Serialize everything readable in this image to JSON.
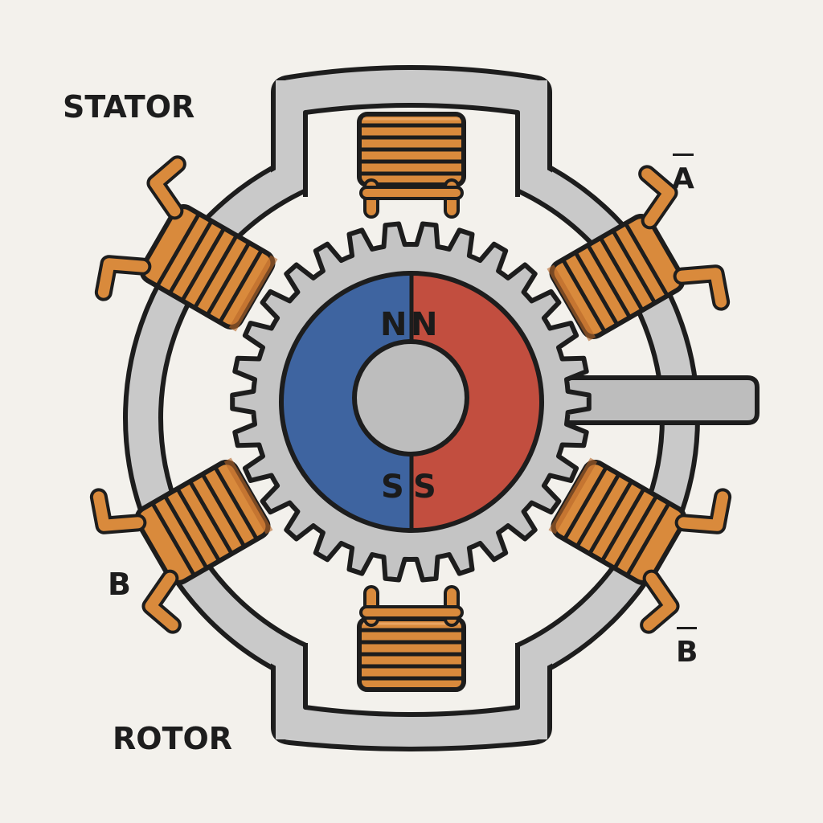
{
  "labels": {
    "stator": "STATOR",
    "rotor": "ROTOR",
    "phase_b": "B",
    "phase_a_bar": "A",
    "phase_b_bar": "B"
  },
  "rotor_poles": {
    "north_left": "N",
    "north_right": "N",
    "south_left": "S",
    "south_right": "S"
  },
  "colors": {
    "background": "#f3f1ec",
    "stator_frame": "#c9c9c9",
    "outline": "#1d1d1d",
    "copper": "#d98a3c",
    "copper_dark": "#b8682a",
    "north_pole": "#3e64a0",
    "south_pole": "#c24e3f",
    "gear": "#c4c4c4",
    "shaft": "#bdbdbd"
  },
  "icons": {
    "coil": "copper-winding-icon",
    "gear": "toothed-rotor-icon"
  },
  "rotor_teeth": 30
}
